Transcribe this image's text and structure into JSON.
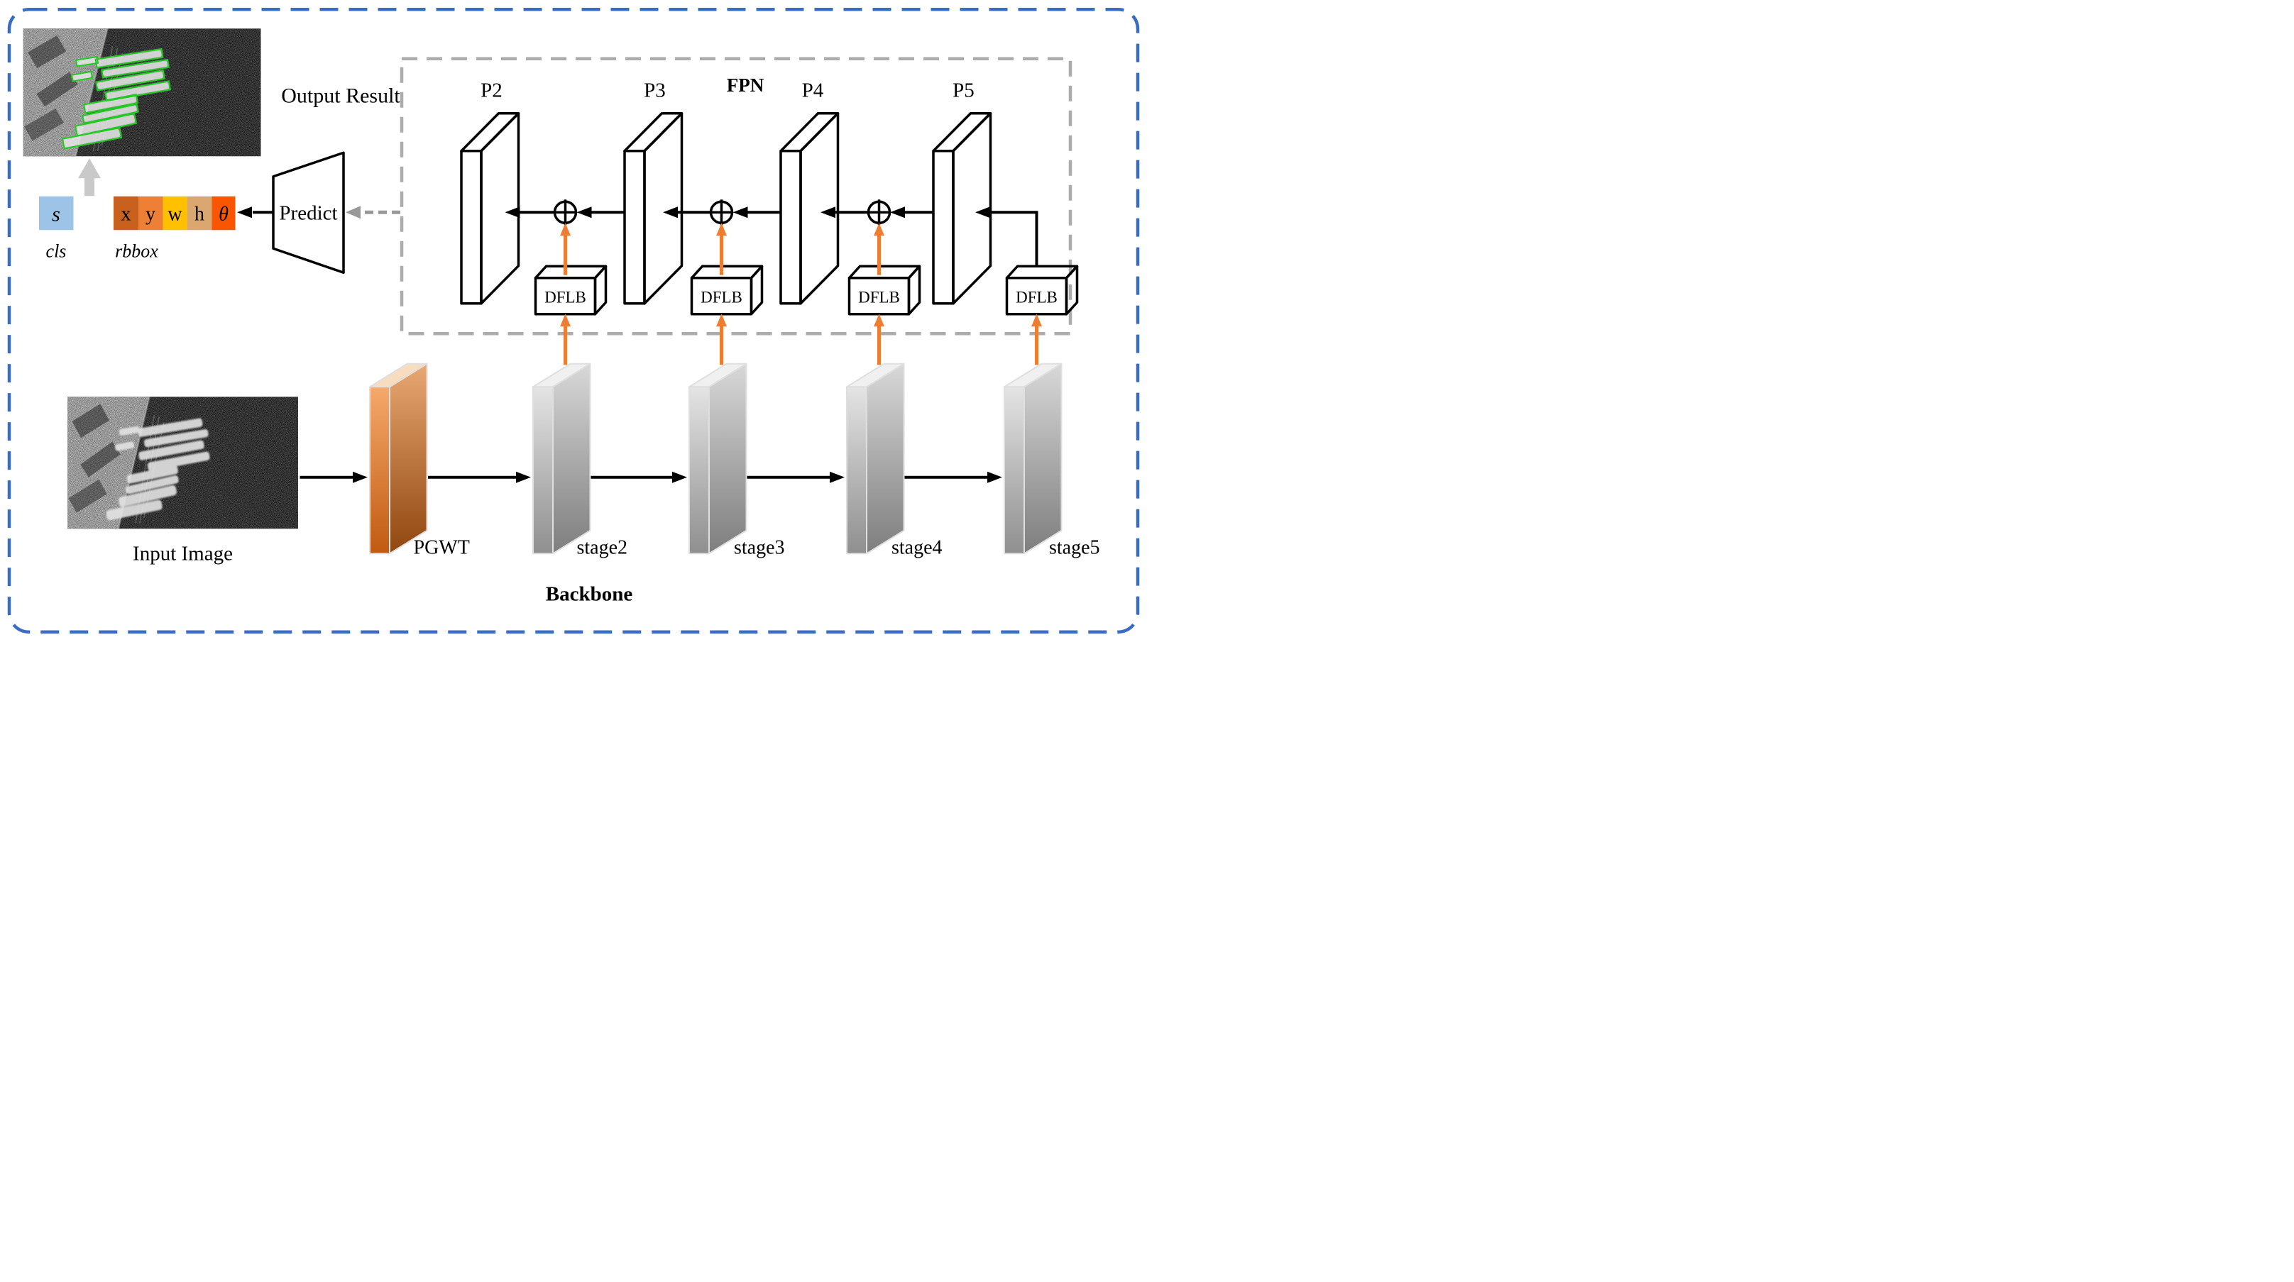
{
  "figure": {
    "output_result_label": "Output Result",
    "input_image_label": "Input Image",
    "backbone_label": "Backbone",
    "fpn_label": "FPN",
    "predict_label": "Predict",
    "cls": {
      "symbol": "s",
      "caption": "cls"
    },
    "rbbox": {
      "caption": "rbbox",
      "components": [
        "x",
        "y",
        "w",
        "h",
        "θ"
      ]
    },
    "fpn_levels": [
      "P2",
      "P3",
      "P4",
      "P5"
    ],
    "dflb_label": "DFLB",
    "pgwt_label": "PGWT",
    "stages": [
      "stage2",
      "stage3",
      "stage4",
      "stage5"
    ]
  },
  "colors": {
    "outer_border_blue": "#3B6CC4",
    "fpn_border_gray": "#ACACAC",
    "dashed_arrow_gray": "#999999",
    "orange_arrow": "#ED7D31",
    "dflb_green": "#C7E0B6",
    "detection_box_green": "#1ECB1E",
    "cls_blue": "#9DC3E6",
    "rbbox_cells": [
      "#C8611E",
      "#EE8036",
      "#FFC000",
      "#DBA770",
      "#FA5500"
    ],
    "predict_fill": "#E9E9E9",
    "gray_up_arrow": "#C9C9C9"
  }
}
